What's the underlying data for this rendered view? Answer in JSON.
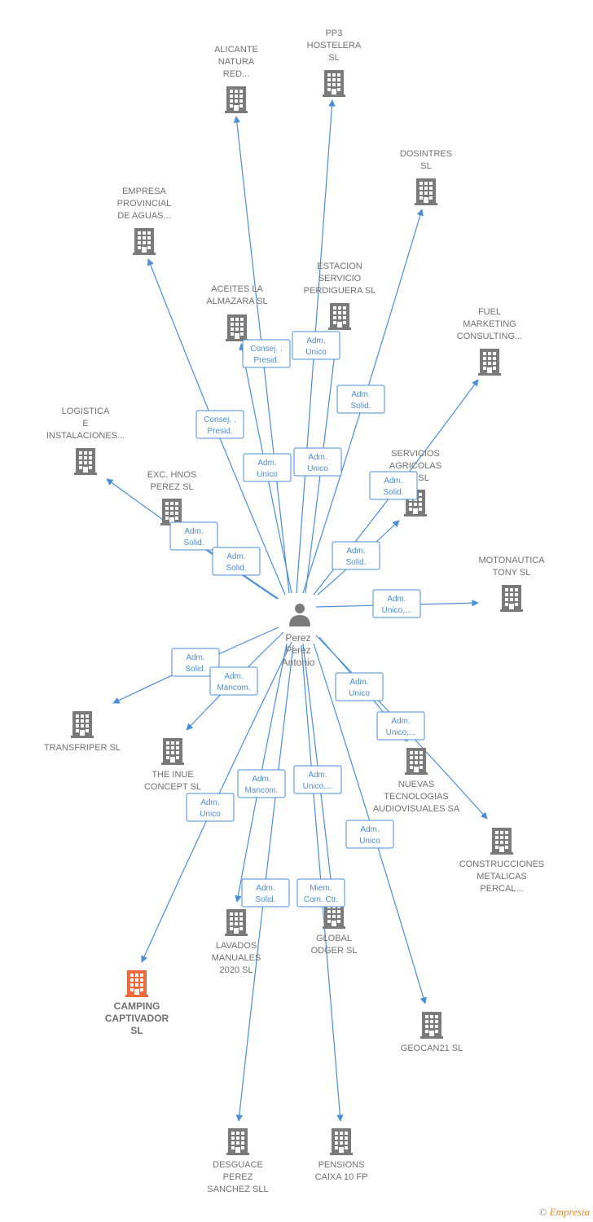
{
  "colors": {
    "edge": "#4a8ed8",
    "building": "#7a7a7a",
    "focus_building": "#ee6a3a",
    "label": "#707070"
  },
  "person": {
    "name_lines": [
      "Perez",
      "Perez",
      "Antonio"
    ],
    "icon": "person-icon"
  },
  "companies": [
    {
      "id": "alicante",
      "lines": [
        "ALICANTE",
        "NATURA",
        "RED..."
      ]
    },
    {
      "id": "pp3",
      "lines": [
        "PP3",
        "HOSTELERA",
        "SL"
      ]
    },
    {
      "id": "dosintres",
      "lines": [
        "DOSINTRES",
        "SL"
      ]
    },
    {
      "id": "empresa-provincial",
      "lines": [
        "EMPRESA",
        "PROVINCIAL",
        "DE AGUAS..."
      ]
    },
    {
      "id": "estacion",
      "lines": [
        "ESTACION",
        "SERVICIO",
        "PERDIGUERA SL"
      ]
    },
    {
      "id": "aceites",
      "lines": [
        "ACEITES LA",
        "ALMAZARA SL"
      ]
    },
    {
      "id": "fuel",
      "lines": [
        "FUEL",
        "MARKETING",
        "CONSULTING..."
      ]
    },
    {
      "id": "logistica",
      "lines": [
        "LOGISTICA",
        "E",
        "INSTALACIONES..."
      ]
    },
    {
      "id": "servicios",
      "lines": [
        "SERVICIOS",
        "AGRICOLAS",
        "...R  SL"
      ]
    },
    {
      "id": "exc",
      "lines": [
        "EXC.  HNOS",
        "PEREZ SL"
      ]
    },
    {
      "id": "motonautica",
      "lines": [
        "MOTONAUTICA",
        "TONY  SL"
      ]
    },
    {
      "id": "transfriper",
      "lines": [
        "TRANSFRIPER SL"
      ]
    },
    {
      "id": "inue",
      "lines": [
        "THE INUE",
        "CONCEPT  SL"
      ]
    },
    {
      "id": "nuevas",
      "lines": [
        "NUEVAS",
        "TECNOLOGIAS",
        "AUDIOVISUALES SA"
      ]
    },
    {
      "id": "construcciones",
      "lines": [
        "CONSTRUCCIONES",
        "METALICAS",
        "PERCAL..."
      ]
    },
    {
      "id": "lavados",
      "lines": [
        "LAVADOS",
        "MANUALES",
        "2020 SL"
      ]
    },
    {
      "id": "global",
      "lines": [
        "GLOBAL",
        "ODGER  SL"
      ]
    },
    {
      "id": "camping",
      "lines": [
        "CAMPING",
        "CAPTIVADOR",
        "SL"
      ],
      "focus": true
    },
    {
      "id": "geocan",
      "lines": [
        "GEOCAN21 SL"
      ]
    },
    {
      "id": "desguace",
      "lines": [
        "DESGUACE",
        "PEREZ",
        "SANCHEZ SLL"
      ]
    },
    {
      "id": "pensions",
      "lines": [
        "PENSIONS",
        "CAIXA 10 FP"
      ]
    }
  ],
  "roles": [
    {
      "id": "r1",
      "lines": [
        "Consej. .",
        "Presid."
      ]
    },
    {
      "id": "r2",
      "lines": [
        "Adm.",
        "Unico"
      ]
    },
    {
      "id": "r3",
      "lines": [
        "Adm.",
        "Solid."
      ]
    },
    {
      "id": "r4",
      "lines": [
        "Consej. .",
        "Presid."
      ]
    },
    {
      "id": "r5",
      "lines": [
        "Adm.",
        "Unico"
      ]
    },
    {
      "id": "r6",
      "lines": [
        "Adm.",
        "Unico"
      ]
    },
    {
      "id": "r7",
      "lines": [
        "Adm.",
        "Solid."
      ]
    },
    {
      "id": "r8",
      "lines": [
        "Adm.",
        "Solid."
      ]
    },
    {
      "id": "r9",
      "lines": [
        "Adm.",
        "Solid."
      ]
    },
    {
      "id": "r10",
      "lines": [
        "Adm.",
        "Solid."
      ]
    },
    {
      "id": "r11",
      "lines": [
        "Adm.",
        "Unico,..."
      ]
    },
    {
      "id": "r12",
      "lines": [
        "Adm.",
        "Solid."
      ]
    },
    {
      "id": "r13",
      "lines": [
        "Adm.",
        "Mancom."
      ]
    },
    {
      "id": "r14",
      "lines": [
        "Adm.",
        "Unico"
      ]
    },
    {
      "id": "r15",
      "lines": [
        "Adm.",
        "Unico,..."
      ]
    },
    {
      "id": "r16",
      "lines": [
        "Adm.",
        "Mancom."
      ]
    },
    {
      "id": "r17",
      "lines": [
        "Adm.",
        "Unico,..."
      ]
    },
    {
      "id": "r18",
      "lines": [
        "Adm.",
        "Unico"
      ]
    },
    {
      "id": "r19",
      "lines": [
        "Adm.",
        "Unico"
      ]
    },
    {
      "id": "r20",
      "lines": [
        "Adm.",
        "Solid."
      ]
    },
    {
      "id": "r21",
      "lines": [
        "Miem.",
        "Com. Ctr."
      ]
    }
  ],
  "footer": {
    "copyright": "©",
    "brand": "Empresia"
  }
}
